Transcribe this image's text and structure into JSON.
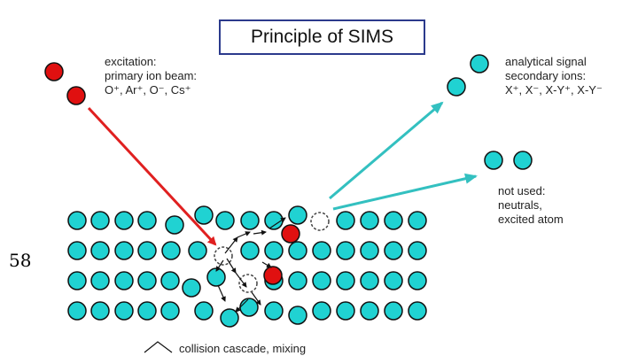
{
  "title": "Principle of SIMS",
  "excitation": {
    "line1": "excitation:",
    "line2": "primary ion beam:",
    "line3": "O⁺, Ar⁺, O⁻, Cs⁺"
  },
  "analytical": {
    "line1": "analytical signal",
    "line2": "secondary ions:",
    "line3": "X⁺, X⁻, X-Y⁺, X-Y⁻"
  },
  "not_used": {
    "line1": "not used:",
    "line2": "neutrals,",
    "line3": "excited atom"
  },
  "cascade_label": "collision cascade, mixing",
  "page_number": "58",
  "colors": {
    "atom": "#20d2d2",
    "primary_ion": "#e01010",
    "primary_arrow": "#e02020",
    "signal_arrow": "#33c0c0",
    "atom_stroke": "#111111",
    "title_border": "#2b3a8c"
  }
}
